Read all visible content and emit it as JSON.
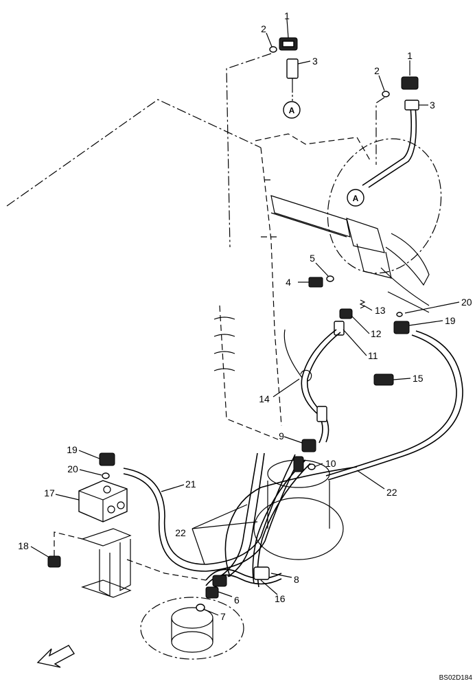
{
  "diagram": {
    "drawing_code": "BS02D184",
    "callout_label": "A",
    "part_numbers": [
      "1",
      "2",
      "3",
      "1",
      "2",
      "3",
      "4",
      "5",
      "13",
      "20",
      "19",
      "12",
      "11",
      "15",
      "14",
      "9",
      "10",
      "19",
      "20",
      "21",
      "22",
      "17",
      "22",
      "18",
      "8",
      "6",
      "16",
      "7"
    ]
  }
}
